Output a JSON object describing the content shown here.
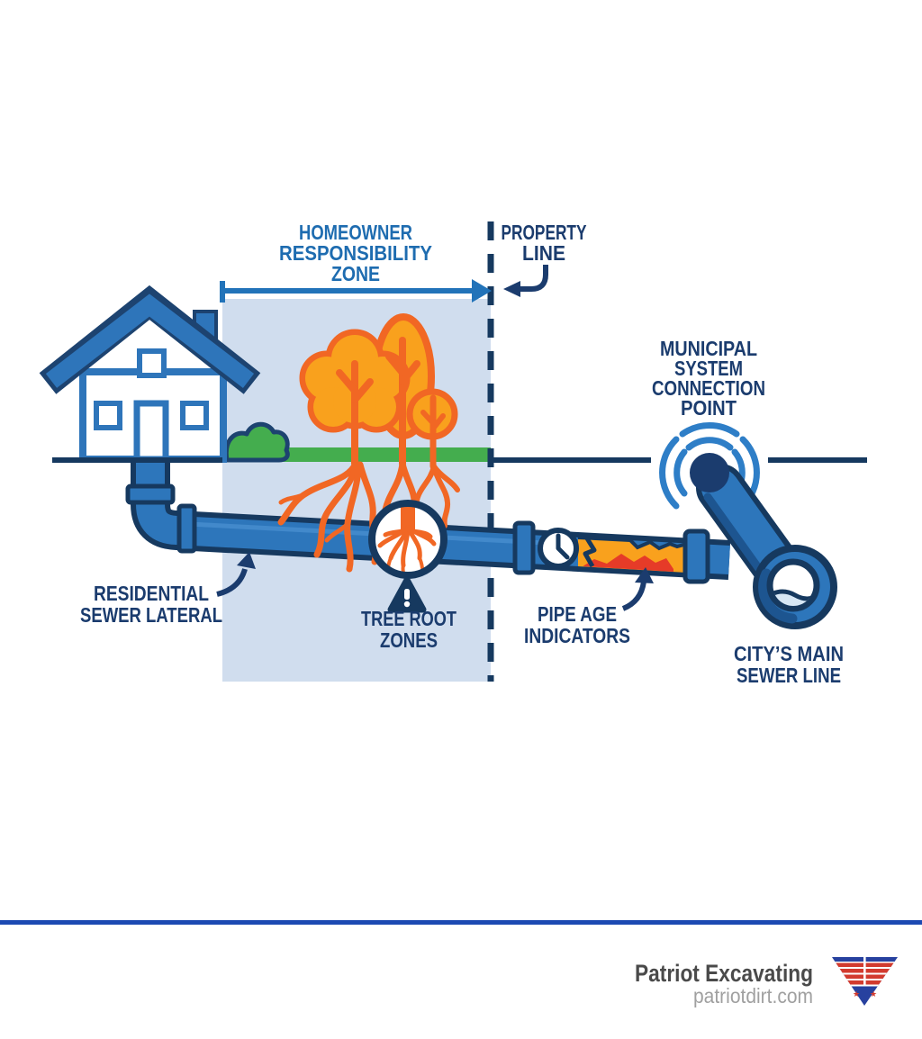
{
  "diagram": {
    "title": {
      "lines": [
        "HOMEOWNER",
        "RESPONSIBILITY",
        "ZONE"
      ]
    },
    "property_line": {
      "lines": [
        "PROPERTY",
        "LINE"
      ]
    },
    "municipal": {
      "lines": [
        "MUNICIPAL",
        "SYSTEM",
        "CONNECTION",
        "POINT"
      ]
    },
    "residential": {
      "lines": [
        "RESIDENTIAL",
        "SEWER LATERAL"
      ]
    },
    "tree_root": {
      "lines": [
        "TREE ROOT",
        "ZONES"
      ]
    },
    "pipe_age": {
      "lines": [
        "PIPE AGE",
        "INDICATORS"
      ]
    },
    "city_main": {
      "lines": [
        "CITY’S MAIN",
        "SEWER LINE"
      ]
    },
    "colors": {
      "label_navy": "#1b3c6e",
      "outline_navy": "#16395f",
      "title_blue": "#1e6cb0",
      "pipe_blue": "#2d76bb",
      "arc_blue": "#2e7ec7",
      "zone_fill": "#d0ddee",
      "grass_green": "#44ad4e",
      "tree_fill": "#f9a11d",
      "tree_stroke": "#f16724",
      "damage_red": "#e63b28"
    }
  },
  "footer": {
    "company": "Patriot Excavating",
    "website": "patriotdirt.com",
    "divider_color": "#1c49b2",
    "logo": {
      "blue": "#27419f",
      "red": "#d23a2e",
      "star_glyph": "★"
    }
  }
}
